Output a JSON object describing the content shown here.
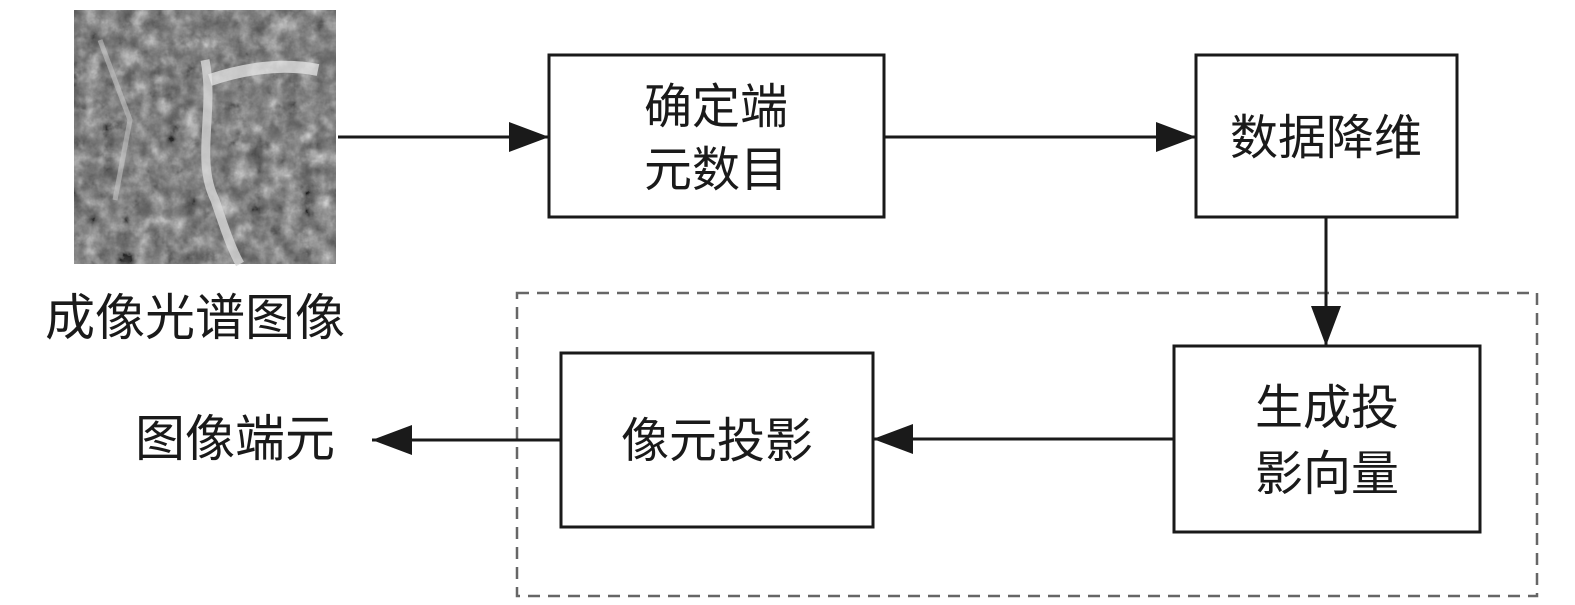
{
  "diagram": {
    "source_image_label": "成像光谱图像",
    "output_label": "图像端元",
    "nodes": {
      "determine_endmember_count": {
        "lines": [
          "确定端",
          "元数目"
        ]
      },
      "dimension_reduction": {
        "lines": [
          "数据降维"
        ]
      },
      "generate_projection_vector": {
        "lines": [
          "生成投",
          "影向量"
        ]
      },
      "pixel_projection": {
        "lines": [
          "像元投影"
        ]
      }
    },
    "colors": {
      "stroke": "#1a1a1a",
      "dashed_border": "#666666",
      "text": "#1a1a1a"
    }
  }
}
